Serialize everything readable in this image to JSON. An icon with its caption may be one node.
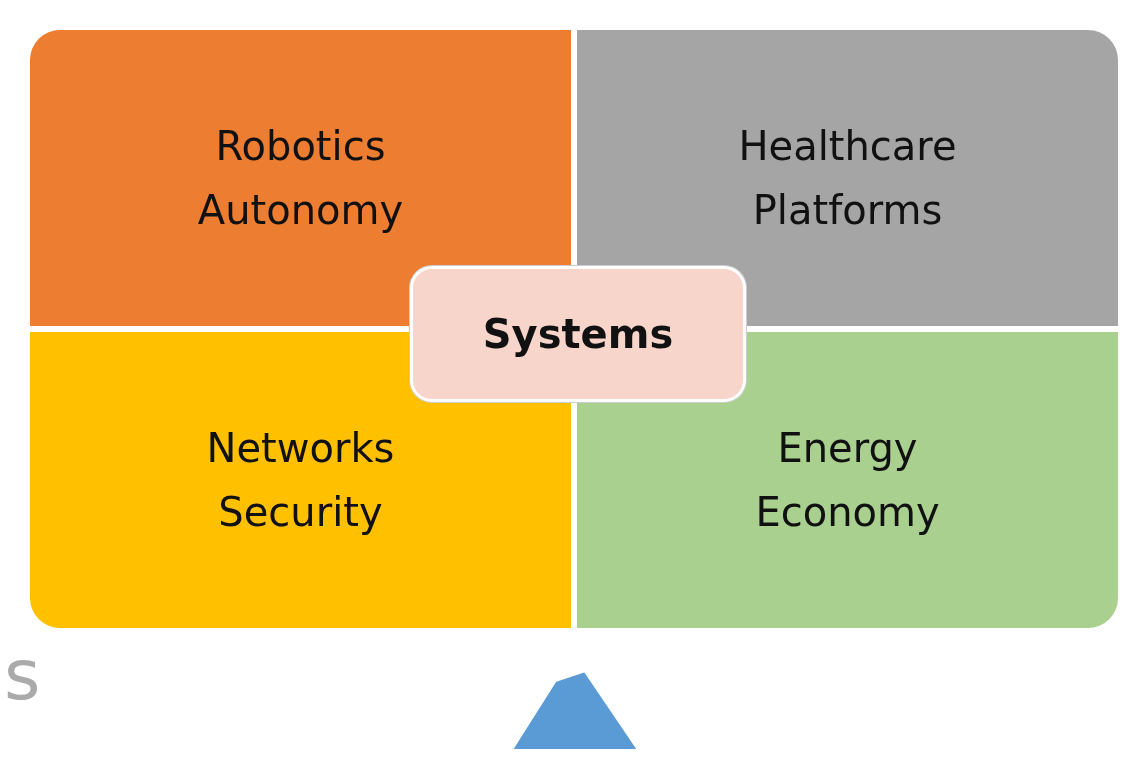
{
  "diagram": {
    "nodes": [
      {
        "text": [
          "Robotics Autonomy"
        ]
      },
      {
        "text": [
          "Healthcare Platforms"
        ]
      },
      {
        "text": [
          "Networks Security"
        ]
      },
      {
        "text": [
          "Energy Economy"
        ]
      },
      {
        "text": [
          "Systems"
        ]
      },
      {
        "text": [],
        "shape": "triangle"
      }
    ],
    "labels": [
      "s"
    ]
  }
}
